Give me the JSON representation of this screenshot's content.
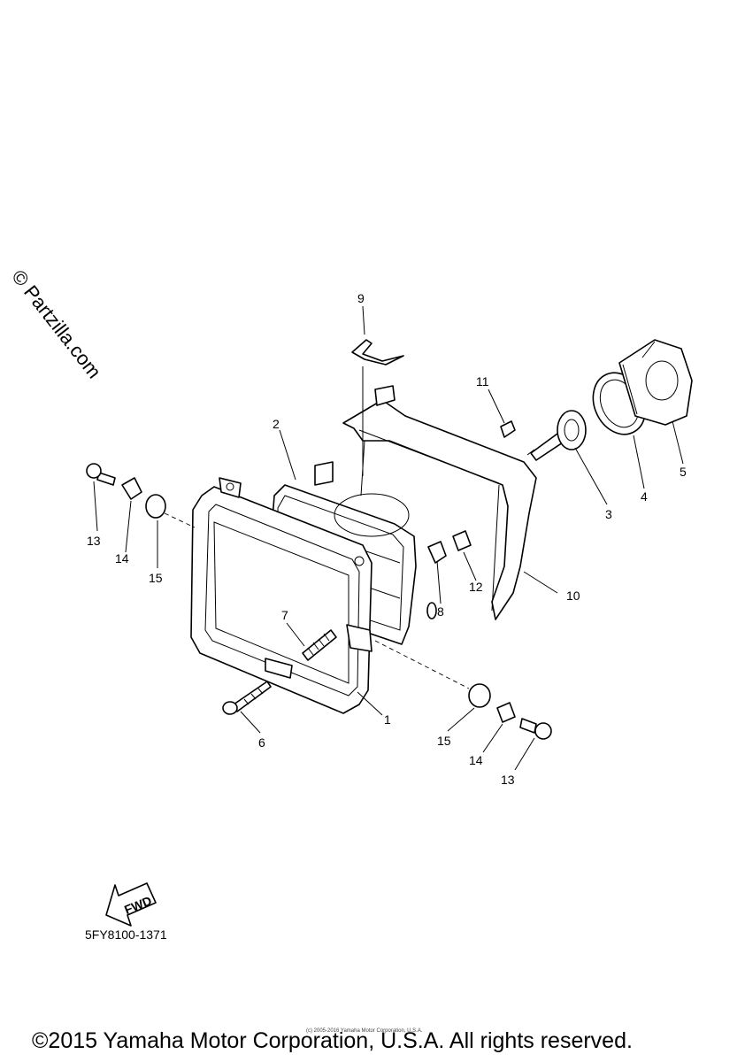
{
  "watermark": "© Partzilla.com",
  "drawing_code": "5FY8100-1371",
  "fwd_label": "FWD",
  "small_print": "(c) 2005-2016 Yamaha Motor Corporation, U.S.A.",
  "copyright": "©2015 Yamaha Motor Corporation, U.S.A. All rights reserved.",
  "callouts": [
    "1",
    "2",
    "3",
    "4",
    "5",
    "6",
    "7",
    "8",
    "9",
    "10",
    "11",
    "12",
    "13",
    "14",
    "15",
    "13",
    "14",
    "15"
  ]
}
